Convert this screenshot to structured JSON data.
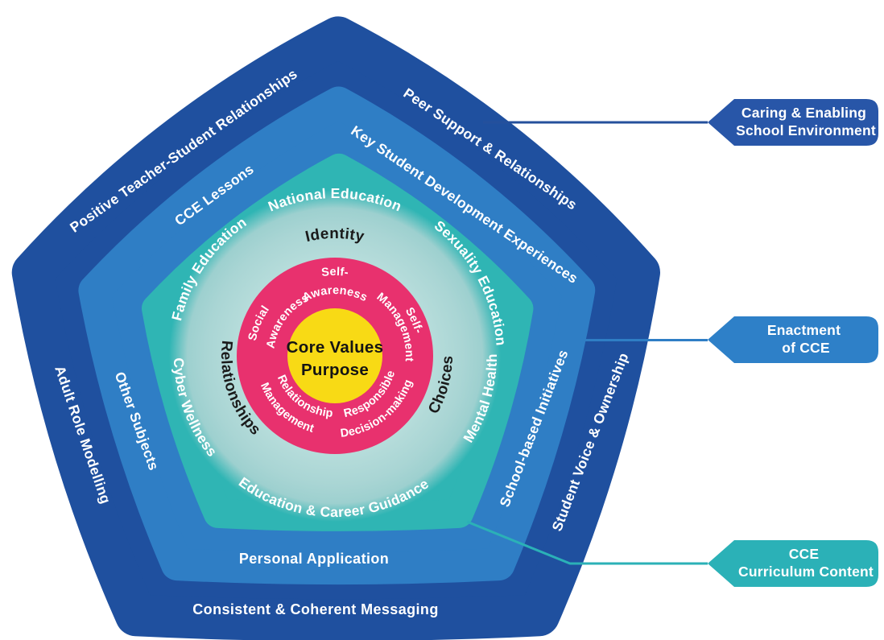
{
  "colors": {
    "outer_pentagon": "#1f509f",
    "middle_pentagon": "#2f7ec5",
    "inner_pentagon": "#2fb5b4",
    "domain_ring": "#a9d5d4",
    "competency_ring": "#e8316e",
    "core_circle": "#f8da15",
    "callout_environment": "#2856a8",
    "callout_enactment": "#2e80c8",
    "callout_curriculum": "#2bb1b7",
    "text_on_dark": "#ffffff",
    "text_dark": "#1a1a1a"
  },
  "core": {
    "line1": "Core Values",
    "line2": "Purpose"
  },
  "competencies": {
    "self_awareness": {
      "line1": "Self-",
      "line2": "Awareness"
    },
    "self_management": {
      "line1": "Self-",
      "line2": "Management"
    },
    "social_awareness": {
      "line1": "Social",
      "line2": "Awareness"
    },
    "responsible_decision_making": {
      "line1": "Responsible",
      "line2": "Decision-making"
    },
    "relationship_management": {
      "line1": "Relationship",
      "line2": "Management"
    }
  },
  "domains": {
    "identity": "Identity",
    "choices": "Choices",
    "relationships": "Relationships"
  },
  "curriculum_content": {
    "national_education": "National Education",
    "sexuality_education": "Sexuality Education",
    "mental_health": "Mental Health",
    "education_career_guidance": "Education & Career Guidance",
    "cyber_wellness": "Cyber Wellness",
    "family_education": "Family Education"
  },
  "enactment_of_cce": {
    "cce_lessons": "CCE Lessons",
    "key_student_development_experiences": "Key Student Development Experiences",
    "school_based_initiatives": "School-based Initiatives",
    "personal_application": "Personal Application",
    "other_subjects": "Other Subjects"
  },
  "school_environment": {
    "positive_teacher_student_relationships": "Positive Teacher-Student Relationships",
    "peer_support_relationships": "Peer Support & Relationships",
    "student_voice_ownership": "Student Voice & Ownership",
    "consistent_coherent_messaging": "Consistent & Coherent Messaging",
    "adult_role_modelling": "Adult Role Modelling"
  },
  "callouts": {
    "environment": {
      "line1": "Caring & Enabling",
      "line2": "School Environment"
    },
    "enactment": {
      "line1": "Enactment",
      "line2": "of CCE"
    },
    "curriculum": {
      "line1": "CCE",
      "line2": "Curriculum Content"
    }
  }
}
